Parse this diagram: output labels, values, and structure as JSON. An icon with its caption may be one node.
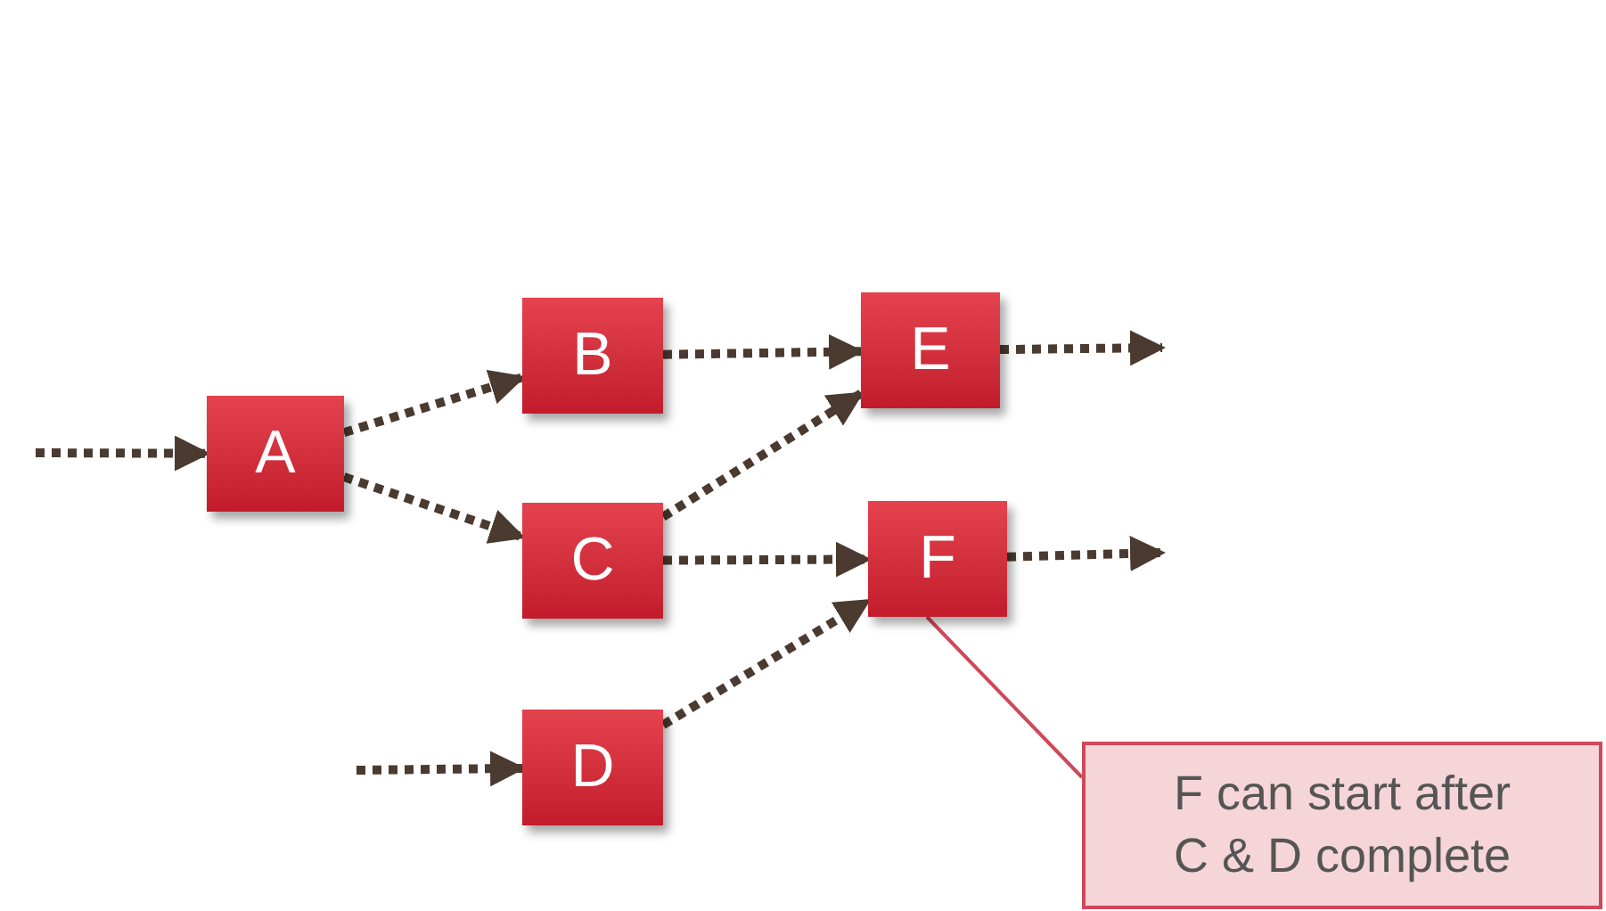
{
  "diagram": {
    "nodes": [
      {
        "text": [
          "A"
        ]
      },
      {
        "text": [
          "B"
        ]
      },
      {
        "text": [
          "C"
        ]
      },
      {
        "text": [
          "D"
        ]
      },
      {
        "text": [
          "E"
        ]
      },
      {
        "text": [
          "F"
        ]
      },
      {
        "text": [
          "F can start after C & D complete"
        ]
      }
    ],
    "edges": [
      {
        "from": null,
        "to": 0,
        "arrow": "to",
        "style": "dashed"
      },
      {
        "from": 0,
        "to": 1,
        "arrow": "to",
        "style": "dashed"
      },
      {
        "from": 0,
        "to": 2,
        "arrow": "to",
        "style": "dashed"
      },
      {
        "from": 1,
        "to": 4,
        "arrow": "to",
        "style": "dashed"
      },
      {
        "from": 2,
        "to": 4,
        "arrow": "to",
        "style": "dashed"
      },
      {
        "from": 2,
        "to": 5,
        "arrow": "to",
        "style": "dashed"
      },
      {
        "from": 3,
        "to": 5,
        "arrow": "to",
        "style": "dashed"
      },
      {
        "from": null,
        "to": 3,
        "arrow": "to",
        "style": "dashed"
      },
      {
        "from": 4,
        "to": null,
        "arrow": "to",
        "style": "dashed"
      },
      {
        "from": 5,
        "to": null,
        "arrow": "to",
        "style": "dashed"
      },
      {
        "from": 6,
        "to": 5,
        "arrow": "none",
        "color": "#d0485a"
      }
    ]
  }
}
